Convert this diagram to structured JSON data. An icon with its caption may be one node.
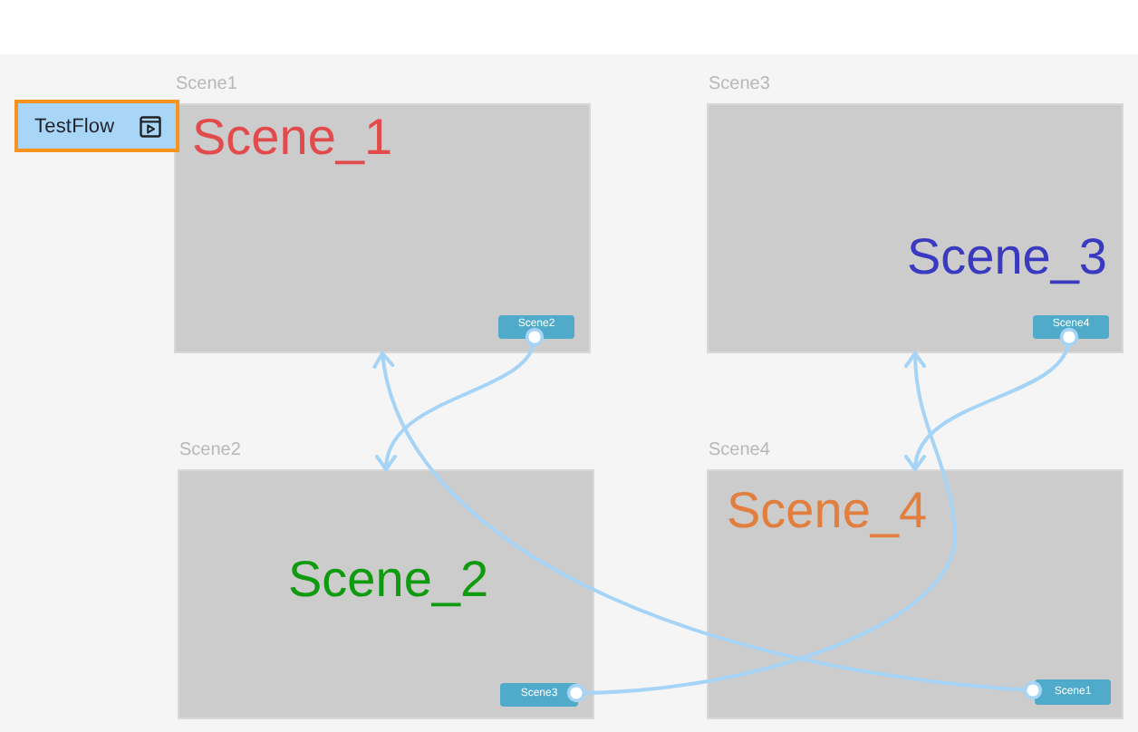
{
  "diagram": {
    "nodes": [
      {
        "text": [
          "TestFlow"
        ]
      },
      {
        "text": [
          "Scene1",
          "Scene_1"
        ]
      },
      {
        "text": [
          "Scene2"
        ],
        "in": 1
      },
      {
        "text": [
          "Scene3",
          "Scene_3"
        ]
      },
      {
        "text": [
          "Scene4"
        ],
        "in": 3
      },
      {
        "text": [
          "Scene2",
          "Scene_2"
        ]
      },
      {
        "text": [
          "Scene3"
        ],
        "in": 5
      },
      {
        "text": [
          "Scene4",
          "Scene_4"
        ]
      },
      {
        "text": [
          "Scene1"
        ],
        "in": 7
      }
    ],
    "edges": [
      {
        "from": 2,
        "to": 5,
        "arrow": "to"
      },
      {
        "from": 6,
        "to": 3,
        "arrow": "to"
      },
      {
        "from": 4,
        "to": 7,
        "arrow": "to"
      },
      {
        "from": 8,
        "to": 1,
        "arrow": "to"
      }
    ]
  }
}
